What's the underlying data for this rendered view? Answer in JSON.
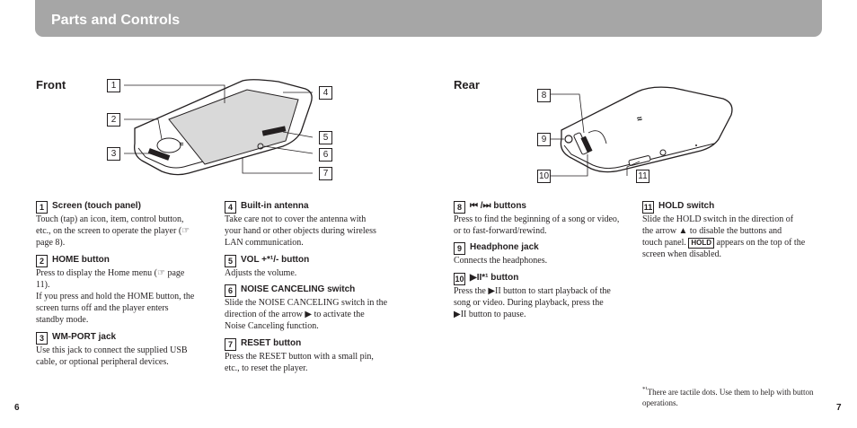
{
  "header": {
    "title": "Parts and Controls"
  },
  "front": {
    "title": "Front",
    "callouts": [
      "1",
      "2",
      "3",
      "4",
      "5",
      "6",
      "7"
    ],
    "items": [
      {
        "num": "1",
        "title": "Screen (touch panel)",
        "lines": [
          "Touch (tap) an icon, item, control button,",
          "etc., on the screen to operate the player (☞",
          "page 8)."
        ]
      },
      {
        "num": "2",
        "title": "HOME button",
        "lines": [
          "Press to display the Home menu (☞ page",
          "11).",
          "If you press and hold the HOME button, the",
          "screen turns off and the player enters",
          "standby mode."
        ]
      },
      {
        "num": "3",
        "title": "WM-PORT jack",
        "lines": [
          "Use this jack to connect the supplied USB",
          "cable, or optional peripheral devices."
        ]
      },
      {
        "num": "4",
        "title": "Built-in antenna",
        "lines": [
          "Take care not to cover the antenna with",
          "your hand or other objects during wireless",
          "LAN communication."
        ]
      },
      {
        "num": "5",
        "title": "VOL +*¹/- button",
        "lines": [
          "Adjusts the volume."
        ]
      },
      {
        "num": "6",
        "title": "NOISE CANCELING switch",
        "lines": [
          "Slide the NOISE CANCELING switch in the",
          "direction of the arrow ▶ to activate the",
          "Noise Canceling function."
        ]
      },
      {
        "num": "7",
        "title": "RESET button",
        "lines": [
          "Press the RESET button with a small pin,",
          "etc., to reset the player."
        ]
      }
    ]
  },
  "rear": {
    "title": "Rear",
    "callouts": [
      "8",
      "9",
      "10",
      "11"
    ],
    "items": [
      {
        "num": "8",
        "title": "⏮ /⏭ buttons",
        "lines": [
          "Press to find the beginning of a song or video,",
          "or to fast-forward/rewind."
        ]
      },
      {
        "num": "9",
        "title": "Headphone jack",
        "lines": [
          "Connects the headphones."
        ]
      },
      {
        "num": "10",
        "title": "▶II*¹ button",
        "lines": [
          "Press the ▶II button to start playback of the",
          "song or video. During playback, press the",
          "▶II button to pause."
        ]
      },
      {
        "num": "11",
        "title": "HOLD switch",
        "lines": [
          "Slide the HOLD switch in the direction of",
          "the arrow ▲ to disable the buttons and",
          "touch panel.",
          "appears on the top of the",
          "screen when disabled."
        ],
        "tag": "HOLD"
      }
    ]
  },
  "footnote": {
    "mark": "*¹",
    "text": "There are tactile dots. Use them to help with button operations."
  },
  "pages": {
    "left": "6",
    "right": "7"
  }
}
